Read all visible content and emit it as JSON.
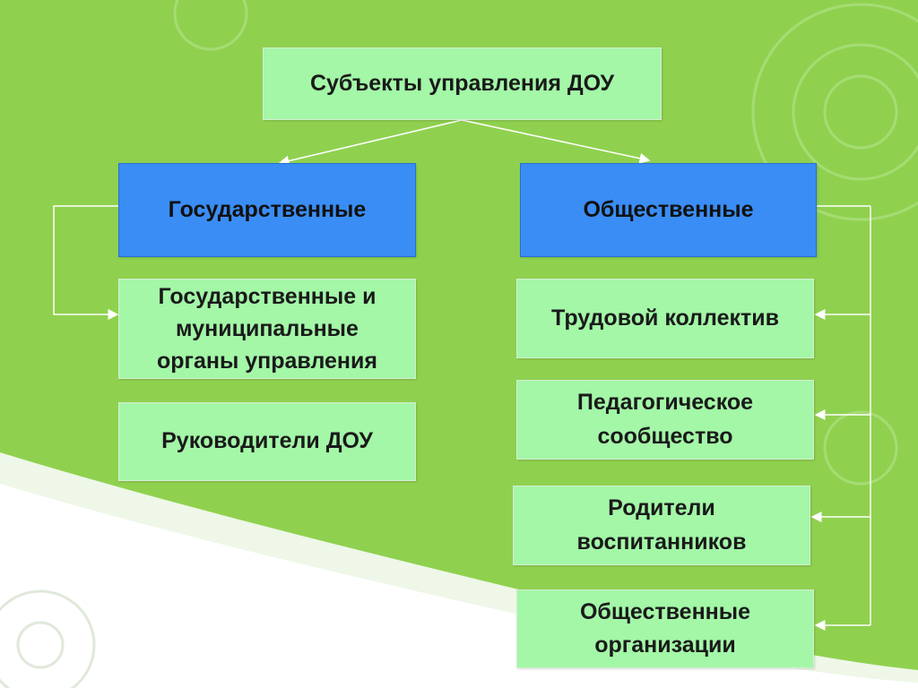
{
  "diagram": {
    "root": "Субъекты управления ДОУ",
    "left_category": "Государственные",
    "right_category": "Общественные",
    "left_items": [
      "Государственные и\nмуниципальные\nорганы управления",
      "Руководители ДОУ"
    ],
    "right_items": [
      "Трудовой коллектив",
      "Педагогическое\nсообщество",
      "Родители\nвоспитанников",
      "Общественные\nорганизации"
    ]
  },
  "colors": {
    "background": "#8fd14f",
    "box_light": "#a3f7a7",
    "box_blue": "#3a8df4",
    "connector": "#ffffff"
  }
}
